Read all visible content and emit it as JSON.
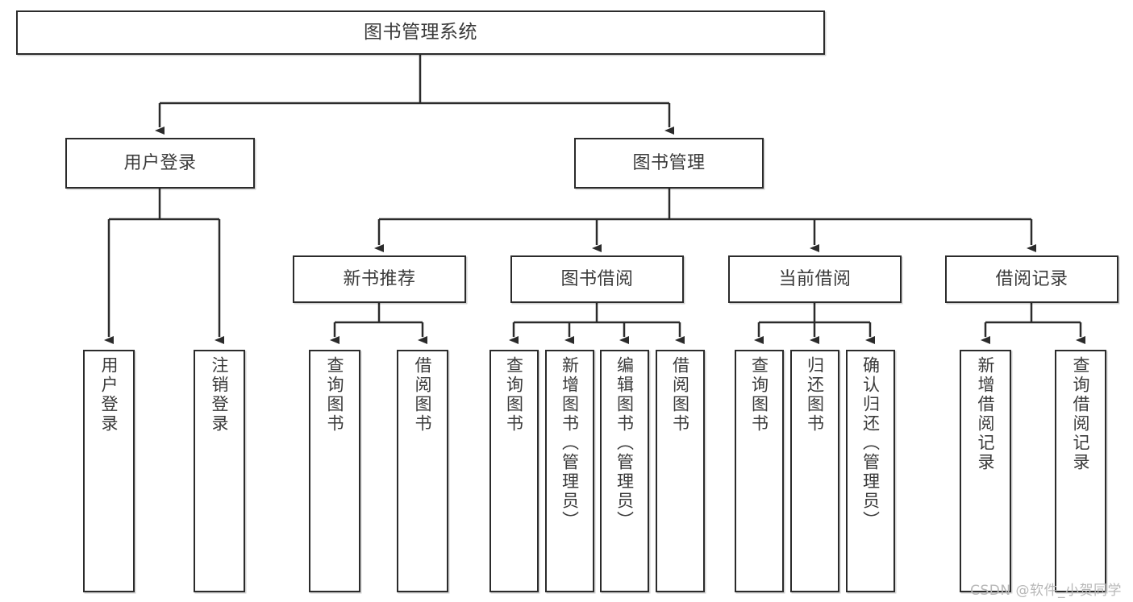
{
  "diagram": {
    "title": "图书管理系统",
    "root": {
      "id": "root",
      "label": "图书管理系统"
    },
    "level2": [
      {
        "id": "user-login",
        "label": "用户登录"
      },
      {
        "id": "book-manage",
        "label": "图书管理"
      }
    ],
    "level3": [
      {
        "id": "new-book-rec",
        "label": "新书推荐"
      },
      {
        "id": "book-borrow",
        "label": "图书借阅"
      },
      {
        "id": "current-borrow",
        "label": "当前借阅"
      },
      {
        "id": "borrow-record",
        "label": "借阅记录"
      }
    ],
    "leaves": [
      {
        "id": "leaf-user-login",
        "label": "用户登录",
        "parent": "user-login"
      },
      {
        "id": "leaf-logout",
        "label": "注销登录",
        "parent": "user-login"
      },
      {
        "id": "leaf-query-book-1",
        "label": "查询图书",
        "parent": "new-book-rec"
      },
      {
        "id": "leaf-borrow-book-1",
        "label": "借阅图书",
        "parent": "new-book-rec"
      },
      {
        "id": "leaf-query-book-2",
        "label": "查询图书",
        "parent": "book-borrow"
      },
      {
        "id": "leaf-add-book",
        "label": "新增图书（管理员）",
        "parent": "book-borrow"
      },
      {
        "id": "leaf-edit-book",
        "label": "编辑图书（管理员）",
        "parent": "book-borrow"
      },
      {
        "id": "leaf-borrow-book-2",
        "label": "借阅图书",
        "parent": "book-borrow"
      },
      {
        "id": "leaf-query-book-3",
        "label": "查询图书",
        "parent": "current-borrow"
      },
      {
        "id": "leaf-return-book",
        "label": "归还图书",
        "parent": "current-borrow"
      },
      {
        "id": "leaf-confirm-return",
        "label": "确认归还（管理员）",
        "parent": "current-borrow"
      },
      {
        "id": "leaf-add-record",
        "label": "新增借阅记录",
        "parent": "borrow-record"
      },
      {
        "id": "leaf-query-record",
        "label": "查询借阅记录",
        "parent": "borrow-record"
      }
    ],
    "colors": {
      "stroke": "#2b2b2b",
      "text": "#3a3a3a",
      "background": "#ffffff",
      "watermark": "#b8b8b8"
    }
  },
  "watermark": {
    "text": "CSDN @软件_小贺同学"
  }
}
